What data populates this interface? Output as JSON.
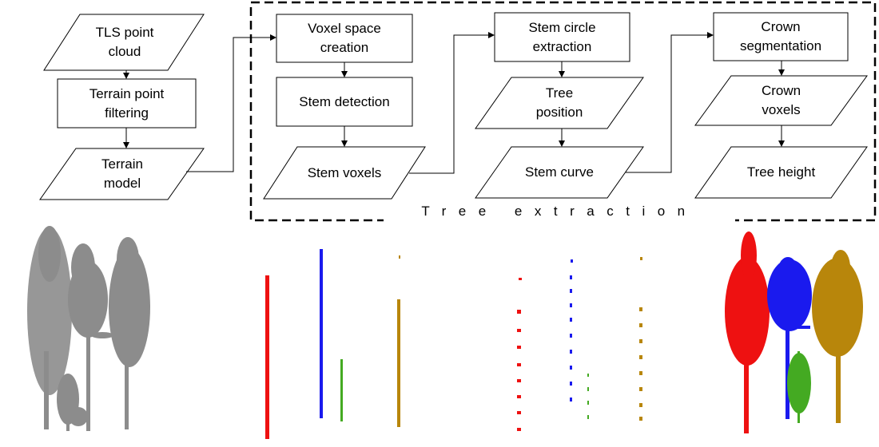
{
  "nodes": {
    "tls": "TLS point\ncloud",
    "terrain_filter": "Terrain point\nfiltering",
    "terrain_model": "Terrain\nmodel",
    "voxel_space": "Voxel space\ncreation",
    "stem_detection": "Stem detection",
    "stem_voxels": "Stem voxels",
    "stem_circle": "Stem circle\nextraction",
    "tree_position": "Tree\nposition",
    "stem_curve": "Stem curve",
    "crown_seg": "Crown\nsegmentation",
    "crown_voxels": "Crown\nvoxels",
    "tree_height": "Tree height"
  },
  "group": {
    "title": "Tree extraction"
  },
  "colors": {
    "tree_red": "#ee1111",
    "tree_blue": "#1a1aee",
    "tree_green": "#44aa22",
    "tree_brown": "#b8860b",
    "point_gray": "#8c8c8c"
  }
}
